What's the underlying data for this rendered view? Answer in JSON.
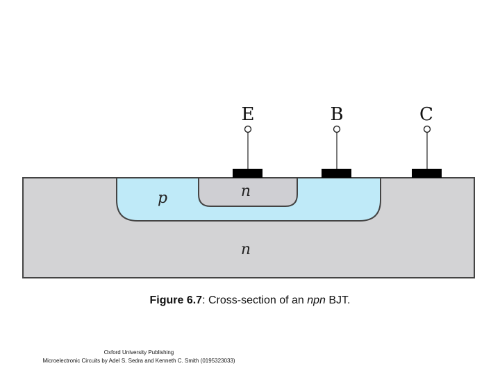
{
  "diagram": {
    "terminals": [
      {
        "label": "E"
      },
      {
        "label": "B"
      },
      {
        "label": "C"
      }
    ],
    "regions": {
      "emitter": "n",
      "base": "p",
      "collector": "n"
    },
    "colors": {
      "substrate": "#d3d3d5",
      "p_region": "#bfeaf8",
      "emitter_region": "#cfcfd3",
      "contact": "#000000",
      "outline": "#444444"
    }
  },
  "caption": {
    "figure_number": "Figure 6.7",
    "text_before": ": Cross-section of an ",
    "italic_word": "npn",
    "text_after": " BJT."
  },
  "credits": {
    "publisher": "Oxford University Publishing",
    "book": "Microelectronic Circuits by Adel S. Sedra and Kenneth C. Smith (0195323033)"
  }
}
